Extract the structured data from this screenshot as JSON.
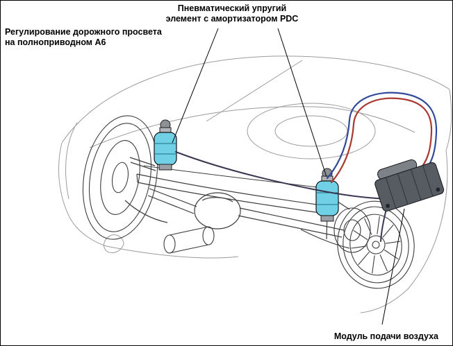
{
  "heading": {
    "line1": "Регулирование дорожного просвета",
    "line2": "на полноприводном А6"
  },
  "callouts": {
    "air_spring": {
      "line1": "Пневматический упругий",
      "line2": "элемент с амортизатором PDC"
    },
    "air_supply": {
      "label": "Модуль подачи воздуха"
    }
  },
  "diagram": {
    "colors": {
      "air_spring_fill": "#6fd0e6",
      "air_line_red": "#a93a31",
      "air_line_blue": "#31499b",
      "air_line_dark": "#3a3550",
      "module_fill": "#575c63",
      "body_line": "#9b9b9b",
      "chassis_line": "#3c3c3c"
    }
  }
}
